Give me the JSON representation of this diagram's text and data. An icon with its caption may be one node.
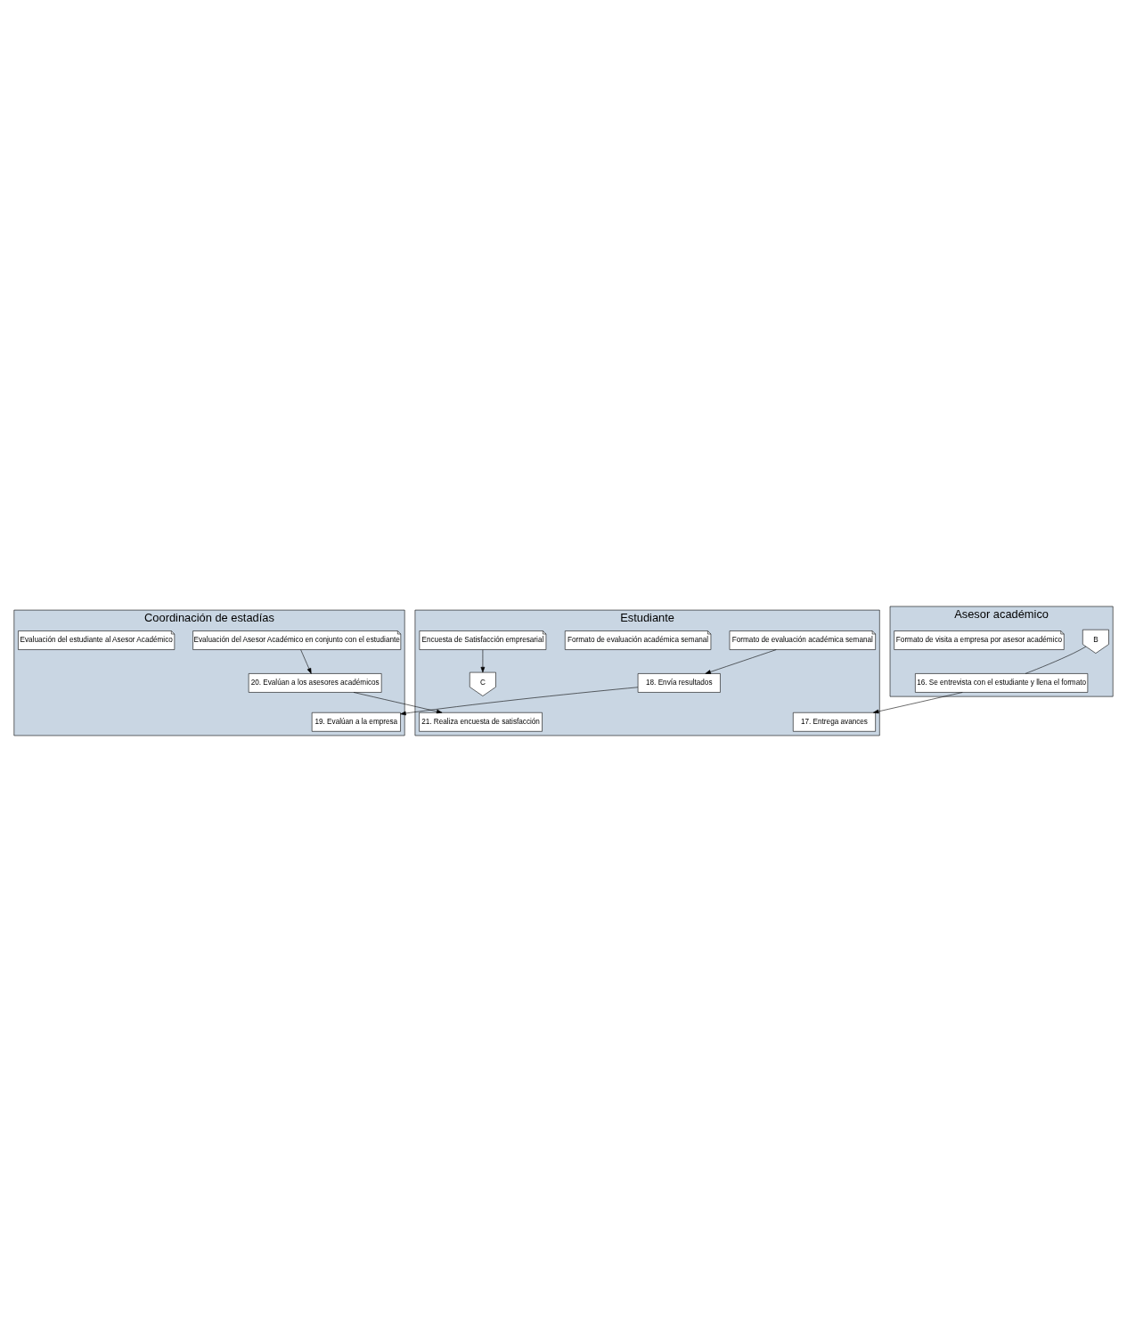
{
  "diagram": {
    "nodes": [
      {
        "text": [
          "Asesor académico"
        ]
      },
      {
        "text": [
          "Estudiante"
        ]
      },
      {
        "text": [
          "Coordinación de estadías"
        ]
      },
      {
        "text": [
          "B"
        ],
        "in": 0
      },
      {
        "text": [
          "16. Se entrevista con el estudiante y llena el formato"
        ],
        "in": 0
      },
      {
        "text": [
          "Formato de visita a empresa por asesor académico"
        ],
        "in": 0
      },
      {
        "text": [
          "17. Entrega avances"
        ],
        "in": 1
      },
      {
        "text": [
          "Formato de evaluación académica semanal"
        ],
        "in": 1
      },
      {
        "text": [
          "18. Envía resultados"
        ],
        "in": 1
      },
      {
        "text": [
          "Formato de evaluación académica semanal"
        ],
        "in": 1
      },
      {
        "text": [
          "21. Realiza encuesta de satisfacción"
        ],
        "in": 1
      },
      {
        "text": [
          "Encuesta de Satisfacción empresarial"
        ],
        "in": 1
      },
      {
        "text": [
          "C"
        ],
        "in": 1
      },
      {
        "text": [
          "19. Evalúan a la empresa"
        ],
        "in": 2
      },
      {
        "text": [
          "Evaluación del Asesor Académico en conjunto con el estudiante"
        ],
        "in": 2
      },
      {
        "text": [
          "20. Evalúan a los asesores académicos"
        ],
        "in": 2
      },
      {
        "text": [
          "Evaluación del estudiante al Asesor Académico"
        ],
        "in": 2
      }
    ],
    "edges": [
      {
        "from": 3,
        "to": 4,
        "arrow": "none"
      },
      {
        "from": 4,
        "to": 6,
        "arrow": "to"
      },
      {
        "from": 7,
        "to": 8,
        "arrow": "to"
      },
      {
        "from": 8,
        "to": 13,
        "arrow": "to"
      },
      {
        "from": 14,
        "to": 15,
        "arrow": "to"
      },
      {
        "from": 15,
        "to": 10,
        "arrow": "to"
      },
      {
        "from": 11,
        "to": 12,
        "arrow": "to"
      }
    ]
  }
}
